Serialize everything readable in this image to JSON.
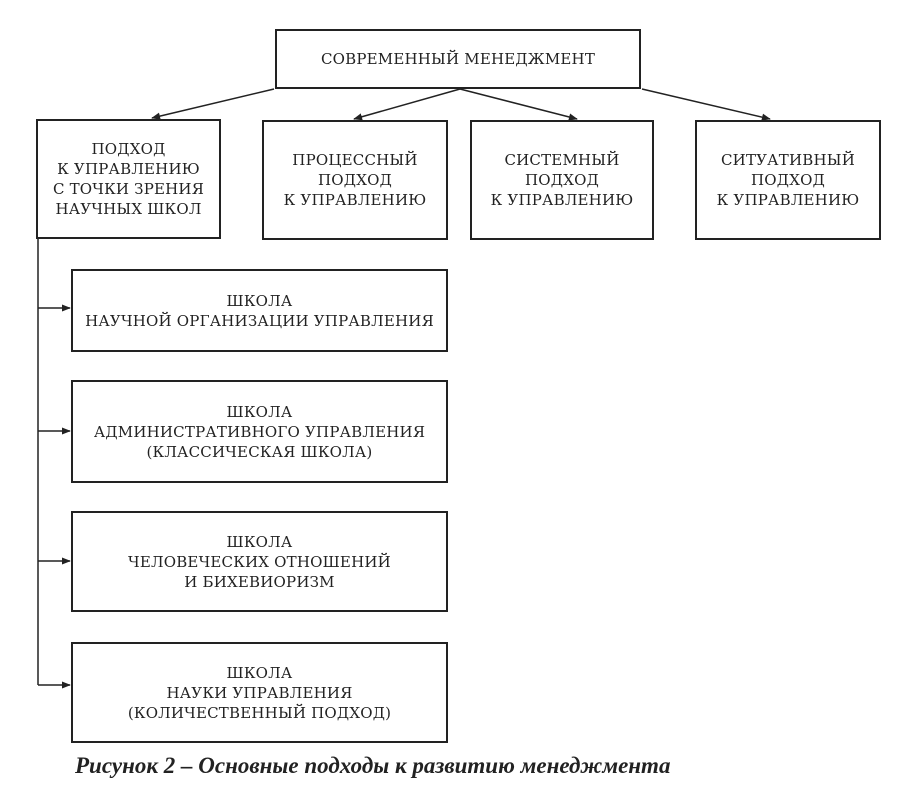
{
  "root": {
    "label": "СОВРЕМЕННЫЙ МЕНЕДЖМЕНТ"
  },
  "approaches": [
    {
      "label": "ПОДХОД\nК УПРАВЛЕНИЮ\nС ТОЧКИ ЗРЕНИЯ\nНАУЧНЫХ ШКОЛ"
    },
    {
      "label": "ПРОЦЕССНЫЙ\nПОДХОД\nК УПРАВЛЕНИЮ"
    },
    {
      "label": "СИСТЕМНЫЙ\nПОДХОД\nК УПРАВЛЕНИЮ"
    },
    {
      "label": "СИТУАТИВНЫЙ\nПОДХОД\nК УПРАВЛЕНИЮ"
    }
  ],
  "schools": [
    {
      "label": "ШКОЛА\nНАУЧНОЙ ОРГАНИЗАЦИИ УПРАВЛЕНИЯ"
    },
    {
      "label": "ШКОЛА\nАДМИНИСТРАТИВНОГО УПРАВЛЕНИЯ\n(КЛАССИЧЕСКАЯ ШКОЛА)"
    },
    {
      "label": "ШКОЛА\nЧЕЛОВЕЧЕСКИХ ОТНОШЕНИЙ\nИ БИХЕВИОРИЗМ"
    },
    {
      "label": "ШКОЛА\nНАУКИ УПРАВЛЕНИЯ\n(КОЛИЧЕСТВЕННЫЙ ПОДХОД)"
    }
  ],
  "caption": "Рисунок 2 – Основные подходы к развитию менеджмента",
  "colors": {
    "stroke": "#222222",
    "background": "#ffffff"
  }
}
